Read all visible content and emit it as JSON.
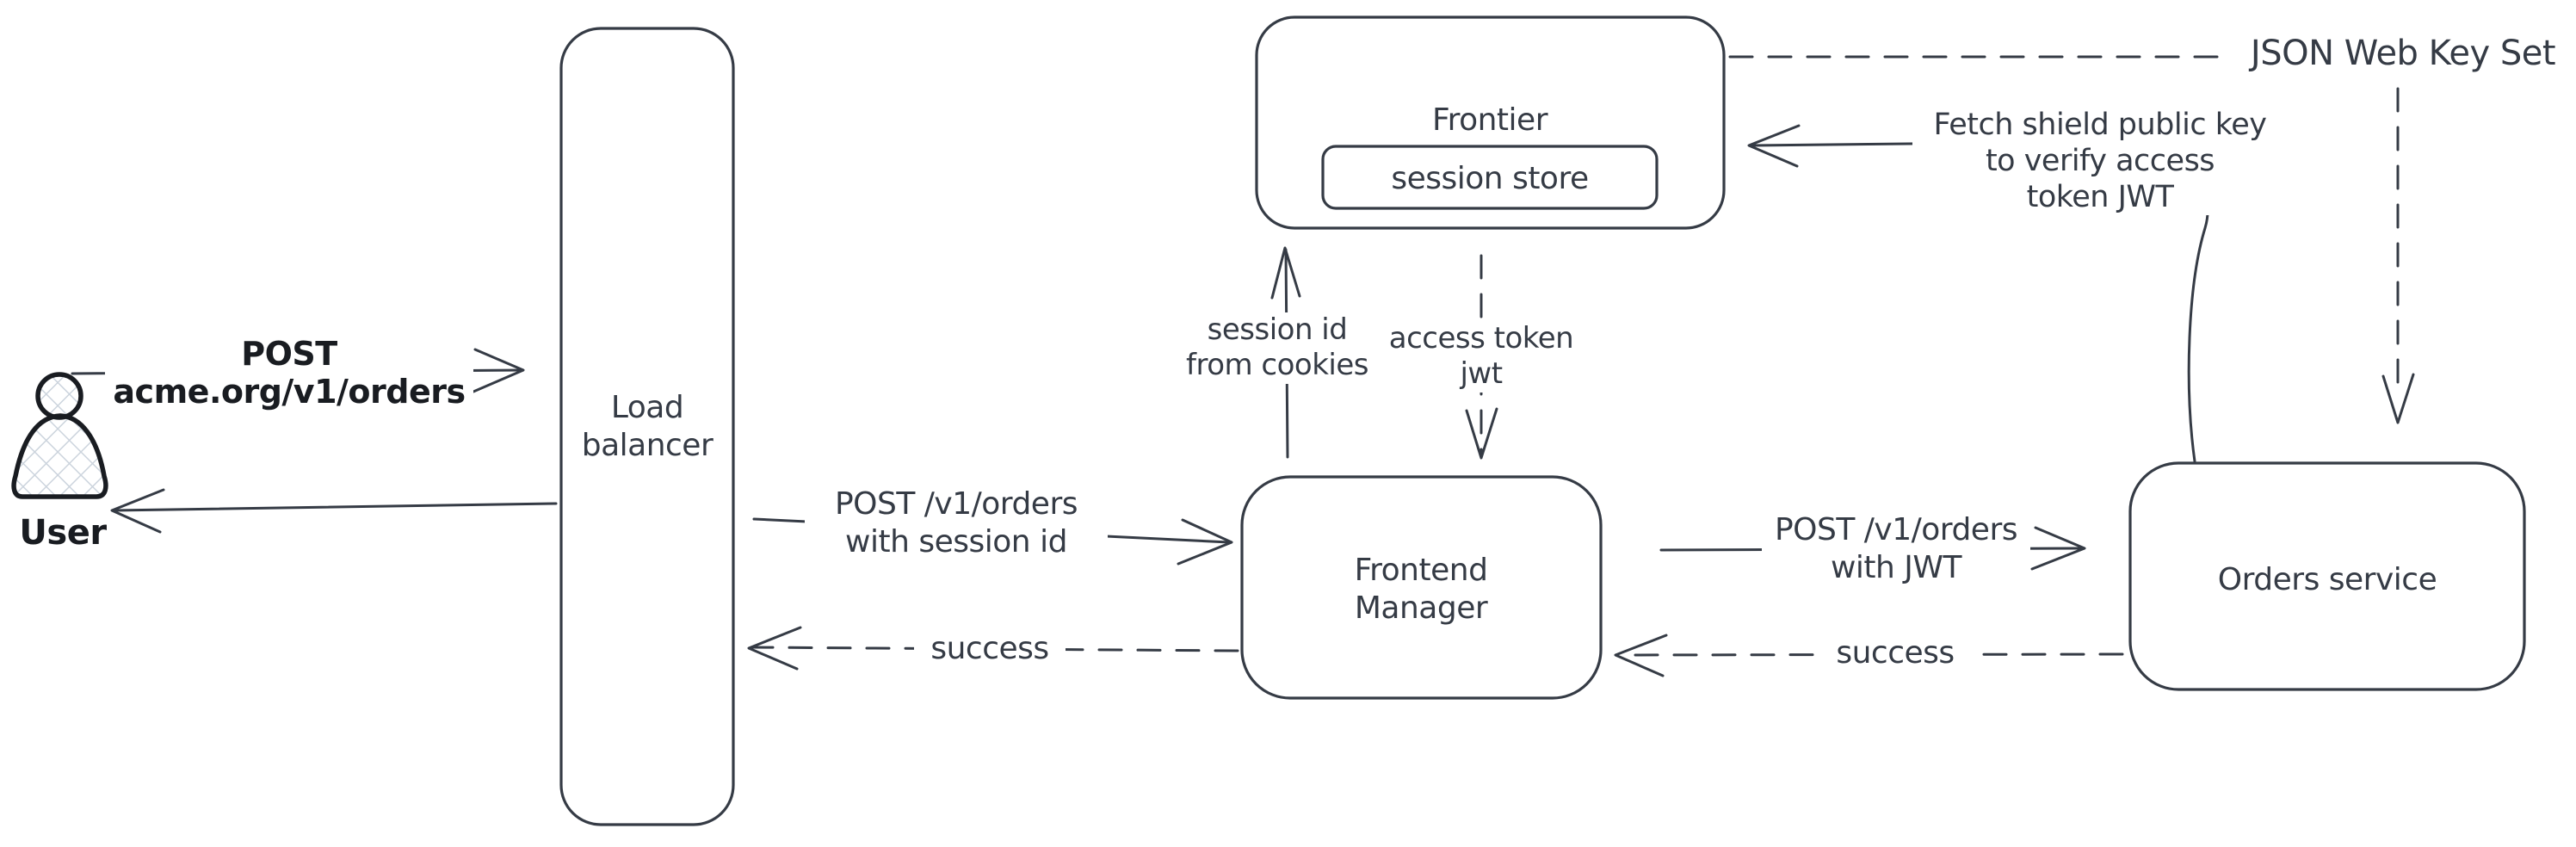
{
  "colors": {
    "ink": "#353b45",
    "ink_dark": "#191c21",
    "hatch": "#ccd4dd",
    "background": "#ffffff"
  },
  "nodes": {
    "user": {
      "label": "User"
    },
    "load_balancer": {
      "line1": "Load",
      "line2": "balancer"
    },
    "frontier": {
      "label": "Frontier"
    },
    "session_store": {
      "label": "session store"
    },
    "frontend_manager": {
      "line1": "Frontend",
      "line2": "Manager"
    },
    "orders_service": {
      "label": "Orders service"
    }
  },
  "edges": {
    "post_orders": {
      "line1": "POST",
      "line2": "acme.org/v1/orders"
    },
    "post_orders_session": {
      "line1": "POST /v1/orders",
      "line2": "with session id"
    },
    "success_left": {
      "label": "success"
    },
    "session_id_cookies": {
      "line1": "session id",
      "line2": "from cookies"
    },
    "access_token_jwt": {
      "line1": "access token",
      "line2": "jwt"
    },
    "post_orders_jwt": {
      "line1": "POST /v1/orders",
      "line2": "with JWT"
    },
    "success_right": {
      "label": "success"
    },
    "fetch_shield_key": {
      "line1": "Fetch shield public key",
      "line2": "to verify access",
      "line3": "token JWT"
    },
    "jwks": {
      "label": "JSON Web Key Set"
    }
  }
}
